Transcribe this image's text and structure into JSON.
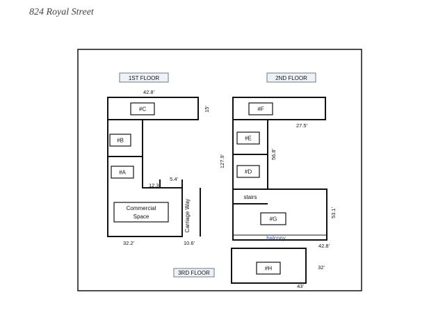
{
  "title": "824 Royal Street",
  "floors": {
    "first": "1ST FLOOR",
    "second": "2ND FLOOR",
    "third": "3RD FLOOR"
  },
  "units": {
    "c": "#C",
    "b": "#B",
    "a": "#A",
    "commercial_1": "Commercial",
    "commercial_2": "Space",
    "carriage": "Carriage Way",
    "f": "#F",
    "e": "#E",
    "d": "#D",
    "stairs": "stairs",
    "g": "#G",
    "balcony": "balcony",
    "h": "#H"
  },
  "dimensions": {
    "d_42_8_top": "42.8'",
    "d_15": "15'",
    "d_12_3": "12.3'",
    "d_5_4": "5.4'",
    "d_32_2": "32.2'",
    "d_10_6": "10.6'",
    "d_127_9": "127.9'",
    "d_27_5": "27.5'",
    "d_56_8": "56.8'",
    "d_53_1": "53.1'",
    "d_42_8_bottom": "42.8'",
    "d_32": "32'",
    "d_43": "43'"
  }
}
